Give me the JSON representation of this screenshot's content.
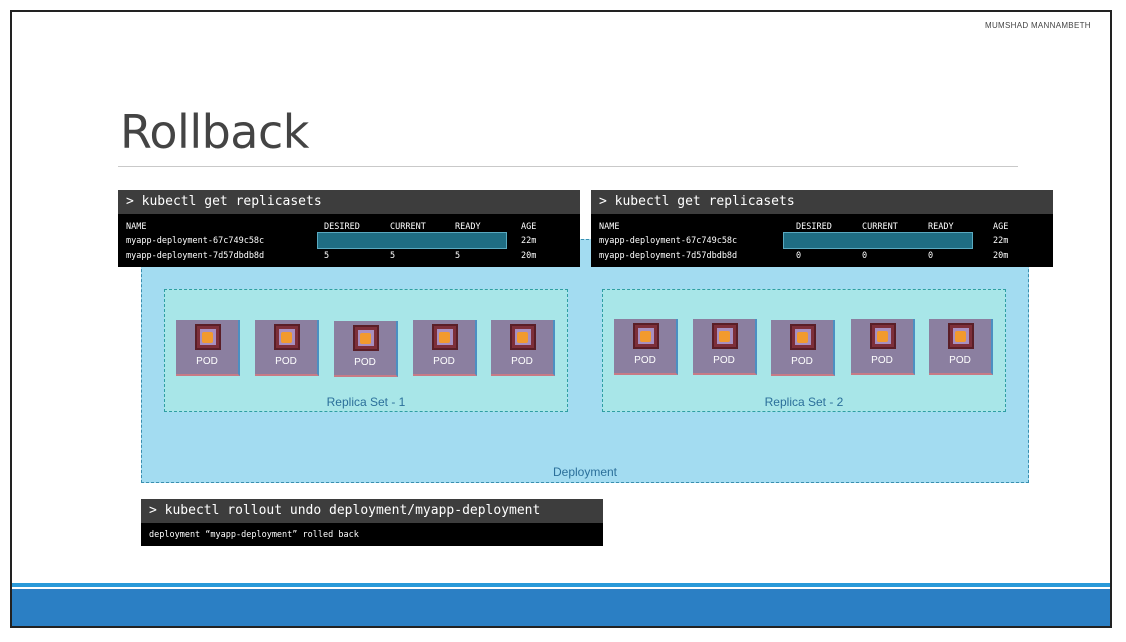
{
  "slide": {
    "author": "MUMSHAD MANNAMBETH",
    "title": "Rollback"
  },
  "terminal_left": {
    "command": "> kubectl get replicasets",
    "headers": [
      "NAME",
      "DESIRED",
      "CURRENT",
      "READY",
      "AGE"
    ],
    "rows": [
      {
        "name": "myapp-deployment-67c749c58c",
        "desired": "",
        "current": "",
        "ready": "",
        "age": "22m"
      },
      {
        "name": "myapp-deployment-7d57dbdb8d",
        "desired": "5",
        "current": "5",
        "ready": "5",
        "age": "20m"
      }
    ]
  },
  "terminal_right": {
    "command": "> kubectl get replicasets",
    "headers": [
      "NAME",
      "DESIRED",
      "CURRENT",
      "READY",
      "AGE"
    ],
    "rows": [
      {
        "name": "myapp-deployment-67c749c58c",
        "desired": "",
        "current": "",
        "ready": "",
        "age": "22m"
      },
      {
        "name": "myapp-deployment-7d57dbdb8d",
        "desired": "0",
        "current": "0",
        "ready": "0",
        "age": "20m"
      }
    ]
  },
  "terminal_bottom": {
    "command": "> kubectl rollout undo deployment/myapp-deployment",
    "output": "deployment “myapp-deployment” rolled back"
  },
  "deployment": {
    "label": "Deployment",
    "replica_sets": [
      {
        "label": "Replica Set - 1",
        "pods": [
          "POD",
          "POD",
          "POD",
          "POD",
          "POD"
        ]
      },
      {
        "label": "Replica Set - 2",
        "pods": [
          "POD",
          "POD",
          "POD",
          "POD",
          "POD"
        ]
      }
    ]
  },
  "colors": {
    "deployment_bg": "#a3dcf1",
    "replicaset_bg": "#a8e6e8",
    "pod_bg": "#8b7fa0",
    "highlight": "#1f6d83",
    "footer_bar": "#2b7fc4"
  }
}
